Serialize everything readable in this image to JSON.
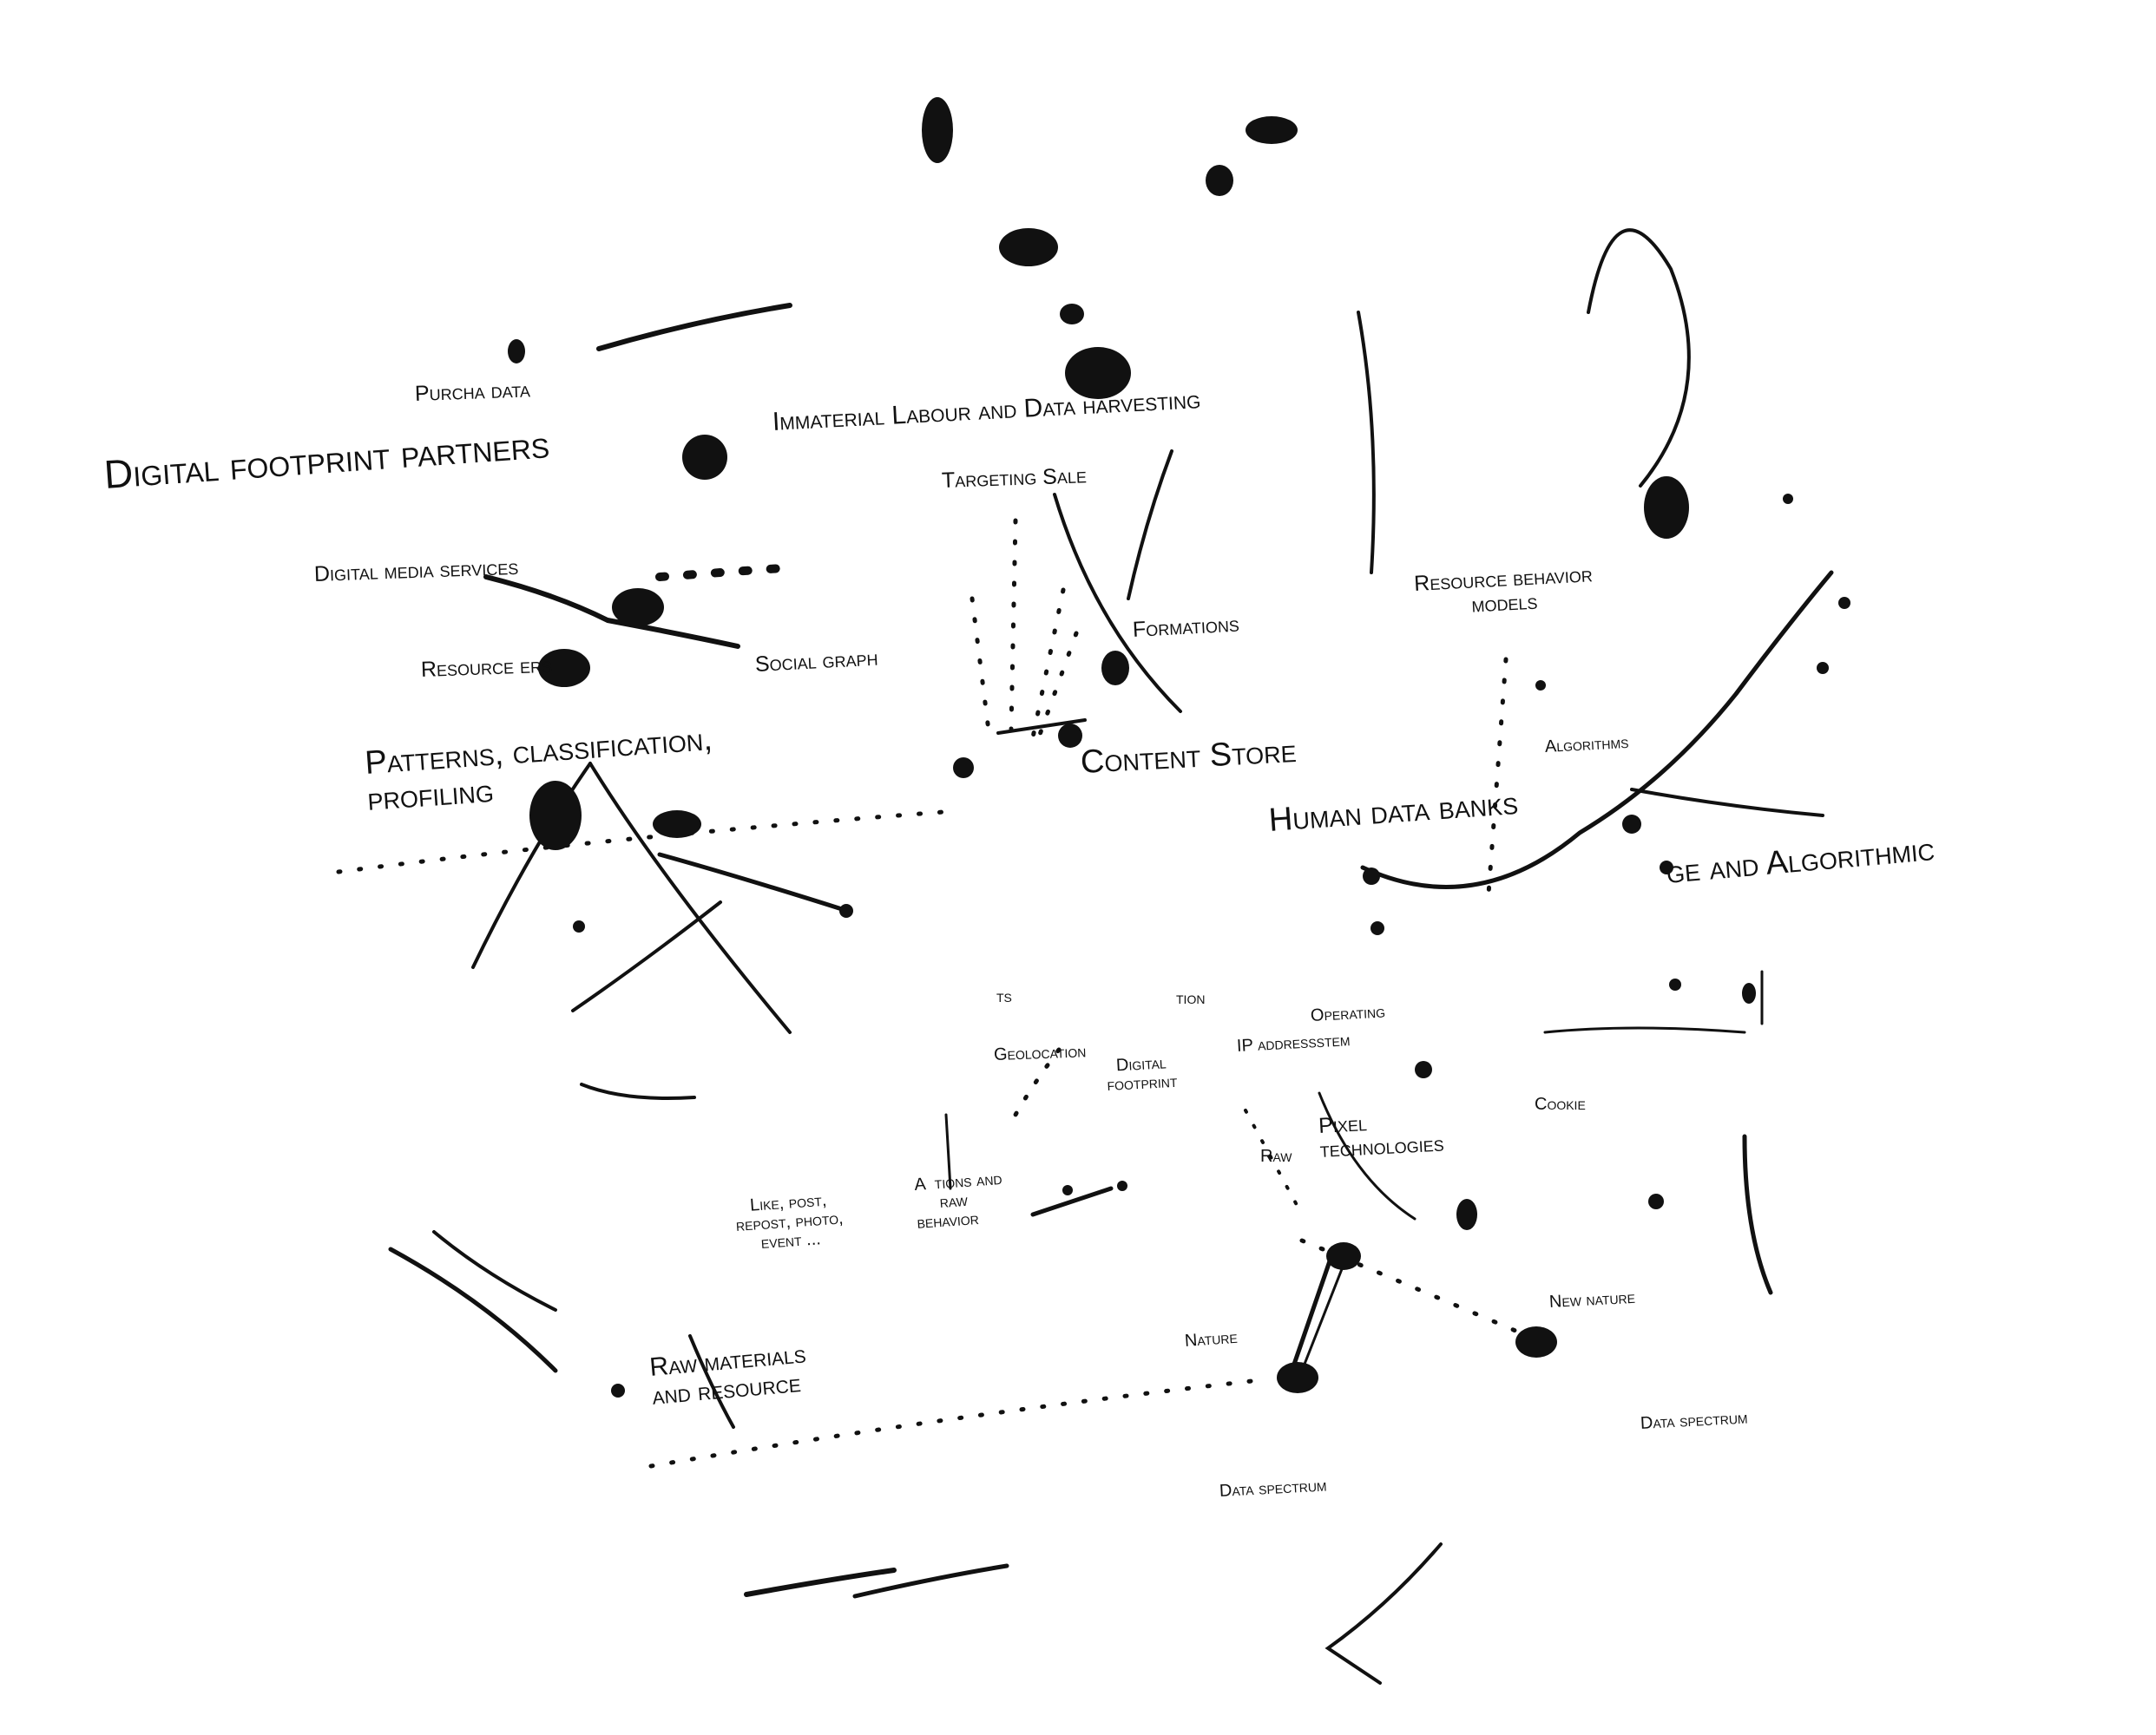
{
  "labels": {
    "digital_footprint_partners": "Digital footprint partners",
    "purchase_data": "Purcha   data",
    "immaterial_labour": "Immaterial Labour and Data harvesting",
    "targeting_sale": "Targeting Sale",
    "digital_media_services": "Digital media services",
    "resource_brokers": "Resource   ers",
    "social_graph": "Social graph",
    "formations": "Formations",
    "patterns": "Patterns, classification,\nprofiling",
    "content_store": "Content Store",
    "resource_behavior_models": "Resource behavior\nmodels",
    "algorithms": "Algorithms",
    "human_data_banks": "Human data banks",
    "ge_and_algorithmic": "ge and Algorithmic",
    "ts": "ts",
    "tion": "tion",
    "operating_system": "Operating",
    "ip_address": "IP addressstem",
    "geolocation": "Geolocation",
    "digital_footprint": "Digital\nfootprint",
    "cookie": "Cookie",
    "pixel_technologies": "Pixel\ntechnologies",
    "raw": "Raw",
    "like_post": "Like, post,\nrepost, photo,\nevent ...",
    "actions_behavior": "A  tions and\n     raw\nbehavior",
    "raw_materials": "Raw materials\nand resource",
    "nature": "Nature",
    "new_nature": "New nature",
    "data_spectrum_1": "Data spectrum",
    "data_spectrum_2": "Data spectrum"
  },
  "colors": {
    "ink": "#111111",
    "paper": "#ffffff"
  }
}
